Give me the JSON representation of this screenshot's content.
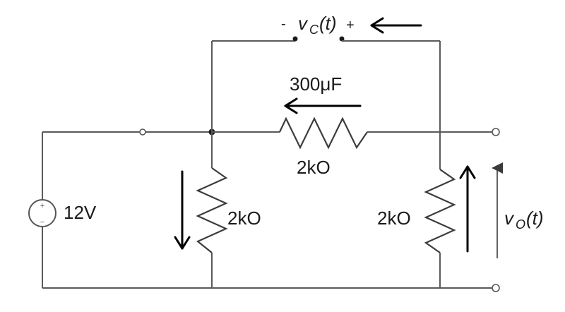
{
  "components": {
    "source": {
      "label": "12V",
      "plus": "+",
      "minus": "−"
    },
    "capacitor": {
      "value": "300μF"
    },
    "vc": {
      "prefix": "v",
      "sub": "C",
      "suffix": "(t)",
      "minus": "-",
      "plus": "+"
    },
    "r_series": {
      "value": "2kO"
    },
    "r_left": {
      "value": "2kO"
    },
    "r_right": {
      "value": "2kO"
    },
    "vo": {
      "prefix": "v",
      "sub": "O",
      "suffix": "(t)"
    }
  }
}
